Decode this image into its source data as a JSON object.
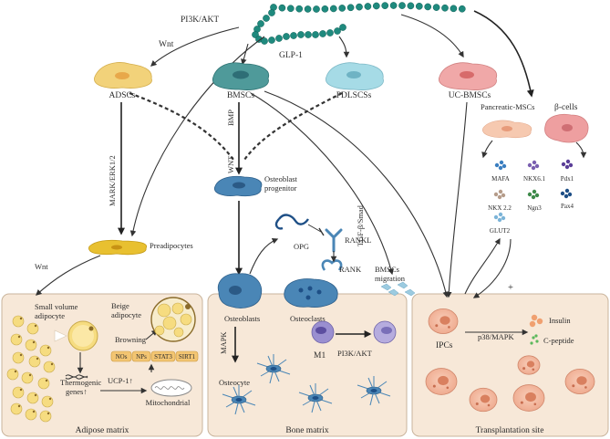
{
  "labels": {
    "pi3k_akt_top": "PI3K/AKT",
    "wnt_top": "Wnt",
    "glp1": "GLP-1",
    "adscs": "ADSCs",
    "bmscs": "BMSCs",
    "pdlscs": "PDLSCSs",
    "uc_bmscs": "UC-BMSCs",
    "bmp": "BMP",
    "wnt_mid": "WNT",
    "mapk_erk": "MARK/ERK1/2",
    "osteoblast_progenitor_1": "Osteoblast",
    "osteoblast_progenitor_2": "progenitor",
    "tgf": "TGF-β/Smad",
    "pancreatic_mscs": "Pancreatic-MSCs",
    "beta_cells": "β-cells",
    "preadipocytes": "Preadipocytes",
    "opg": "OPG",
    "rankl": "RANKL",
    "rank": "RANK",
    "bmscs_migration_1": "BMSCs",
    "bmscs_migration_2": "migration",
    "wnt_left": "Wnt",
    "small_volume_1": "Small volume",
    "small_volume_2": "adipocyte",
    "beige_1": "Beige",
    "beige_2": "adipocyte",
    "browning": "Browning",
    "thermogenic_1": "Thermogenic",
    "thermogenic_2": "genes↑",
    "ucp1": "UCP-1↑",
    "mitochondrial": "Mitochondrial",
    "osteoblasts": "Osteoblasts",
    "osteoclasts": "Osteoclasts",
    "mapk": "MAPK",
    "osteocyte": "Osteocyte",
    "m1": "M1",
    "pi3k_akt_m1": "PI3K/AKT",
    "ipcs": "IPCs",
    "p38": "p38/MAPK",
    "insulin": "Insulin",
    "c_peptide": "C-peptide",
    "plus": "+"
  },
  "genes": [
    "MAFA",
    "NKX6.1",
    "Pdx1",
    "NKX 2.2",
    "Ngn3",
    "Pax4",
    "GLUT2"
  ],
  "browning_factors": [
    "NOs",
    "NPs",
    "STAT3",
    "SIRT1"
  ],
  "panels": {
    "adipose": "Adipose matrix",
    "bone": "Bone matrix",
    "transplant": "Transplantation site"
  },
  "colors": {
    "chain": "#1f8a7e",
    "adscs": "#f2d27a",
    "bmscs": "#4f9a9a",
    "pdlscs": "#a6dbe6",
    "uc_bmscs": "#f0a8a8",
    "panel_fill": "#f7e8d8",
    "panel_stroke": "#c9b49c",
    "osteo_blue": "#4a86b6",
    "m1_purple": "#9a8fd0",
    "ipc_fill": "#f3b8a0",
    "adipocyte_yellow": "#f6dc80"
  }
}
